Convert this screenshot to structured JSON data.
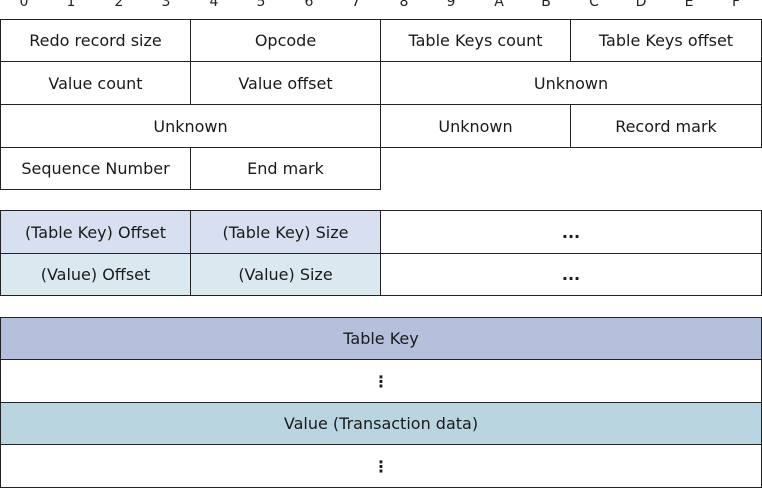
{
  "ruler": [
    "0",
    "1",
    "2",
    "3",
    "4",
    "5",
    "6",
    "7",
    "8",
    "9",
    "A",
    "B",
    "C",
    "D",
    "E",
    "F"
  ],
  "header": {
    "redo_record_size": "Redo record size",
    "opcode": "Opcode",
    "table_keys_count": "Table Keys count",
    "table_keys_offset": "Table Keys offset",
    "value_count": "Value count",
    "value_offset": "Value offset",
    "unknown_1": "Unknown",
    "unknown_2": "Unknown",
    "unknown_3": "Unknown",
    "record_mark": "Record mark",
    "sequence_number": "Sequence Number",
    "end_mark": "End mark"
  },
  "index": {
    "table_key_offset": "(Table Key) Offset",
    "table_key_size": "(Table Key) Size",
    "ellipsis_1": "...",
    "value_offset": "(Value) Offset",
    "value_size": "(Value) Size",
    "ellipsis_2": "..."
  },
  "data": {
    "table_key": "Table Key",
    "ellipsis_1": "⋮",
    "value": "Value (Transaction data)",
    "ellipsis_2": "⋮"
  }
}
